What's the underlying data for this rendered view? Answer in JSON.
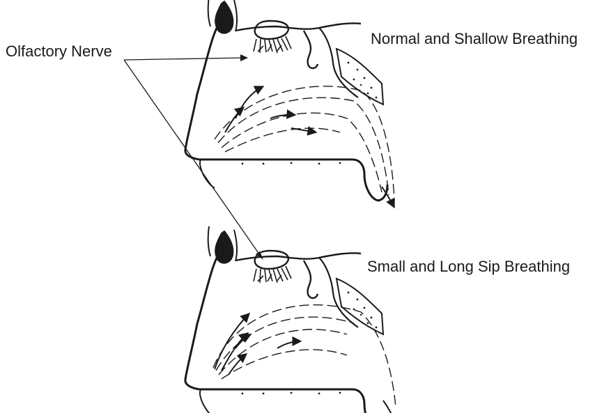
{
  "labels": {
    "olfactory_nerve": "Olfactory Nerve",
    "top_panel": "Normal and Shallow Breathing",
    "bottom_panel": "Small and Long Sip Breathing"
  },
  "colors": {
    "ink": "#1a1a1a",
    "background": "#ffffff"
  }
}
